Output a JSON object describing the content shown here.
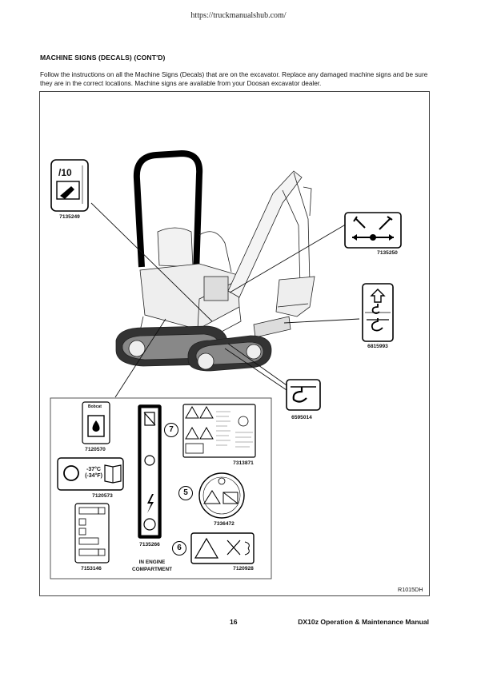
{
  "header": {
    "url": "https://truckmanualshub.com/"
  },
  "section": {
    "title": "MACHINE SIGNS (DECALS) (CONT'D)",
    "intro": "Follow the instructions on all the Machine Signs (Decals) that are on the excavator. Replace any damaged machine signs and be sure they are in the correct locations. Machine signs are available from your Doosan excavator dealer."
  },
  "figure": {
    "reference": "R1015DH",
    "decals": {
      "d7135249": {
        "part": "7135249",
        "text": "/10"
      },
      "d7135250": {
        "part": "7135250"
      },
      "d6815993": {
        "part": "6815993"
      },
      "d6595014": {
        "part": "6595014"
      },
      "d7120570": {
        "part": "7120570",
        "brand": "Bobcat"
      },
      "d7120573": {
        "part": "7120573",
        "temp1": "-37°C",
        "temp2": "(-34°F)"
      },
      "d7153146": {
        "part": "7153146"
      },
      "d7135266": {
        "part": "7135266"
      },
      "d7313871": {
        "part": "7313871"
      },
      "d7336472": {
        "part": "7336472"
      },
      "d7120928": {
        "part": "7120928"
      }
    },
    "callouts": {
      "c7": "7",
      "c5": "5",
      "c6": "6"
    },
    "engine_note_line1": "IN ENGINE",
    "engine_note_line2": "COMPARTMENT"
  },
  "footer": {
    "page": "16",
    "manual": "DX10z Operation & Maintenance Manual"
  }
}
